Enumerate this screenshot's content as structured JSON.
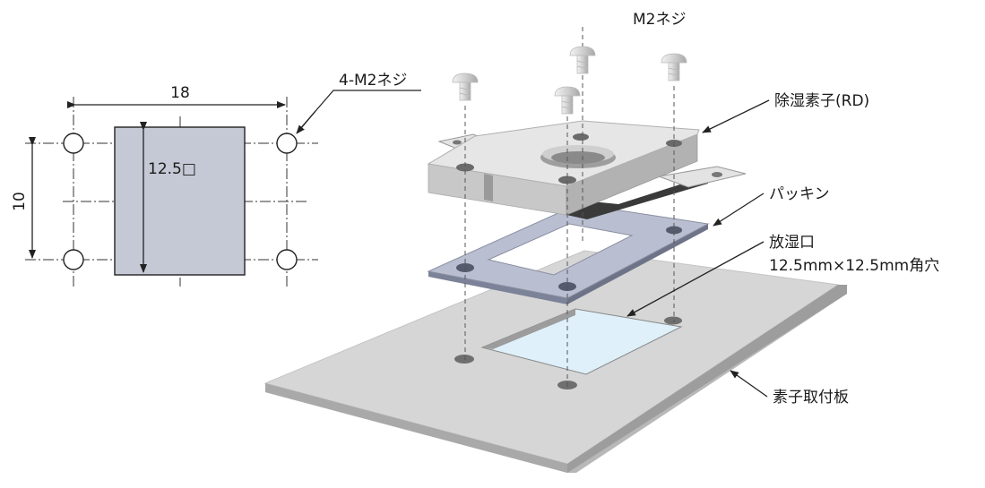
{
  "dimensions": {
    "width": "18",
    "height": "10",
    "square": "12.5□",
    "holes": "4-M2ネジ"
  },
  "callouts": {
    "screws": "M2ネジ",
    "element": "除湿素子(RD)",
    "packing": "パッキン",
    "outlet_line1": "放湿口",
    "outlet_line2": "12.5mm×12.5mm角穴",
    "plate": "素子取付板"
  },
  "colors": {
    "element_body": "#dcdcdc",
    "packing": "#b9bfd0",
    "plate": "#d6d6d6",
    "opening": "#dff0fa",
    "footprint": "#c5c9d5"
  }
}
